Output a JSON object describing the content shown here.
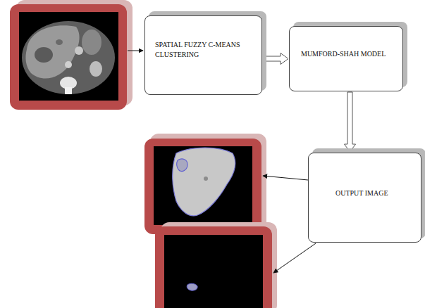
{
  "diagram": {
    "nodes": [
      {
        "text": [
          "SPATIAL FUZZY C-MEANS CLUSTERING"
        ]
      },
      {
        "text": [
          "MUMFORD-SHAH MODEL"
        ]
      },
      {
        "text": [
          "OUTPUT IMAGE"
        ]
      }
    ],
    "edges": [
      {
        "from": 0,
        "to": 1,
        "arrow": "to"
      },
      {
        "from": 1,
        "to": 2,
        "arrow": "to"
      }
    ]
  }
}
